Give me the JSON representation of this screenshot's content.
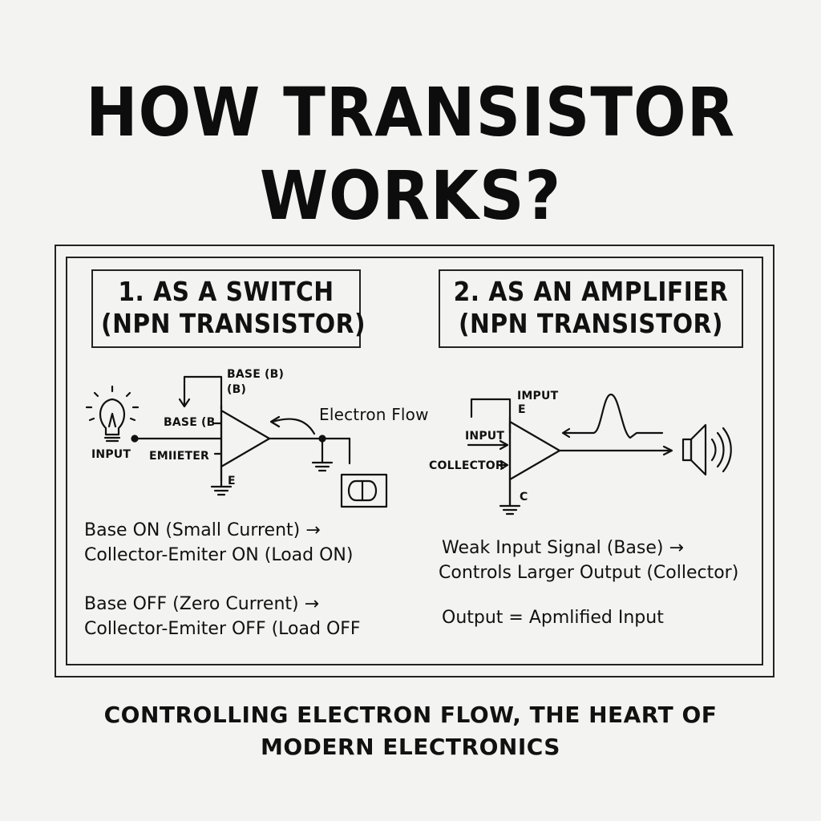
{
  "title": {
    "line1": "HOW TRANSISTOR",
    "line2": "WORKS?"
  },
  "switch": {
    "heading_line1": "1. AS A SWITCH",
    "heading_line2": "(NPN TRANSISTOR)",
    "labels": {
      "base_top": "BASE (B)",
      "base_top_sub": "(B)",
      "base_left": "BASE (B",
      "input": "INPUT",
      "emitter": "EMIIETER",
      "emitter_pin": "E",
      "electron_flow": "Electron Flow"
    },
    "desc": [
      "Base ON (Small Current) →",
      "Collector-Emiter ON (Load ON)",
      "Base OFF (Zero Current) →",
      "Collector-Emiter OFF (Load OFF"
    ]
  },
  "amplifier": {
    "heading_line1": "2. AS AN AMPLIFIER",
    "heading_line2": "(NPN TRANSISTOR)",
    "labels": {
      "imput": "IMPUT",
      "pin_e": "E",
      "input": "INPUT",
      "collector": "COLLECTOR",
      "pin_c": "C"
    },
    "desc": [
      "Weak Input Signal (Base) →",
      "Controls Larger Output (Collector)",
      "Output = Apmlified Input"
    ]
  },
  "footer": {
    "line1": "CONTROLLING ELECTRON FLOW, THE HEART OF",
    "line2": "MODERN ELECTRONICS"
  },
  "icons": [
    "lightbulb-icon",
    "load-icon",
    "speaker-icon",
    "ground-icon"
  ],
  "colors": {
    "ink": "#111111",
    "background": "#f3f3f1"
  }
}
